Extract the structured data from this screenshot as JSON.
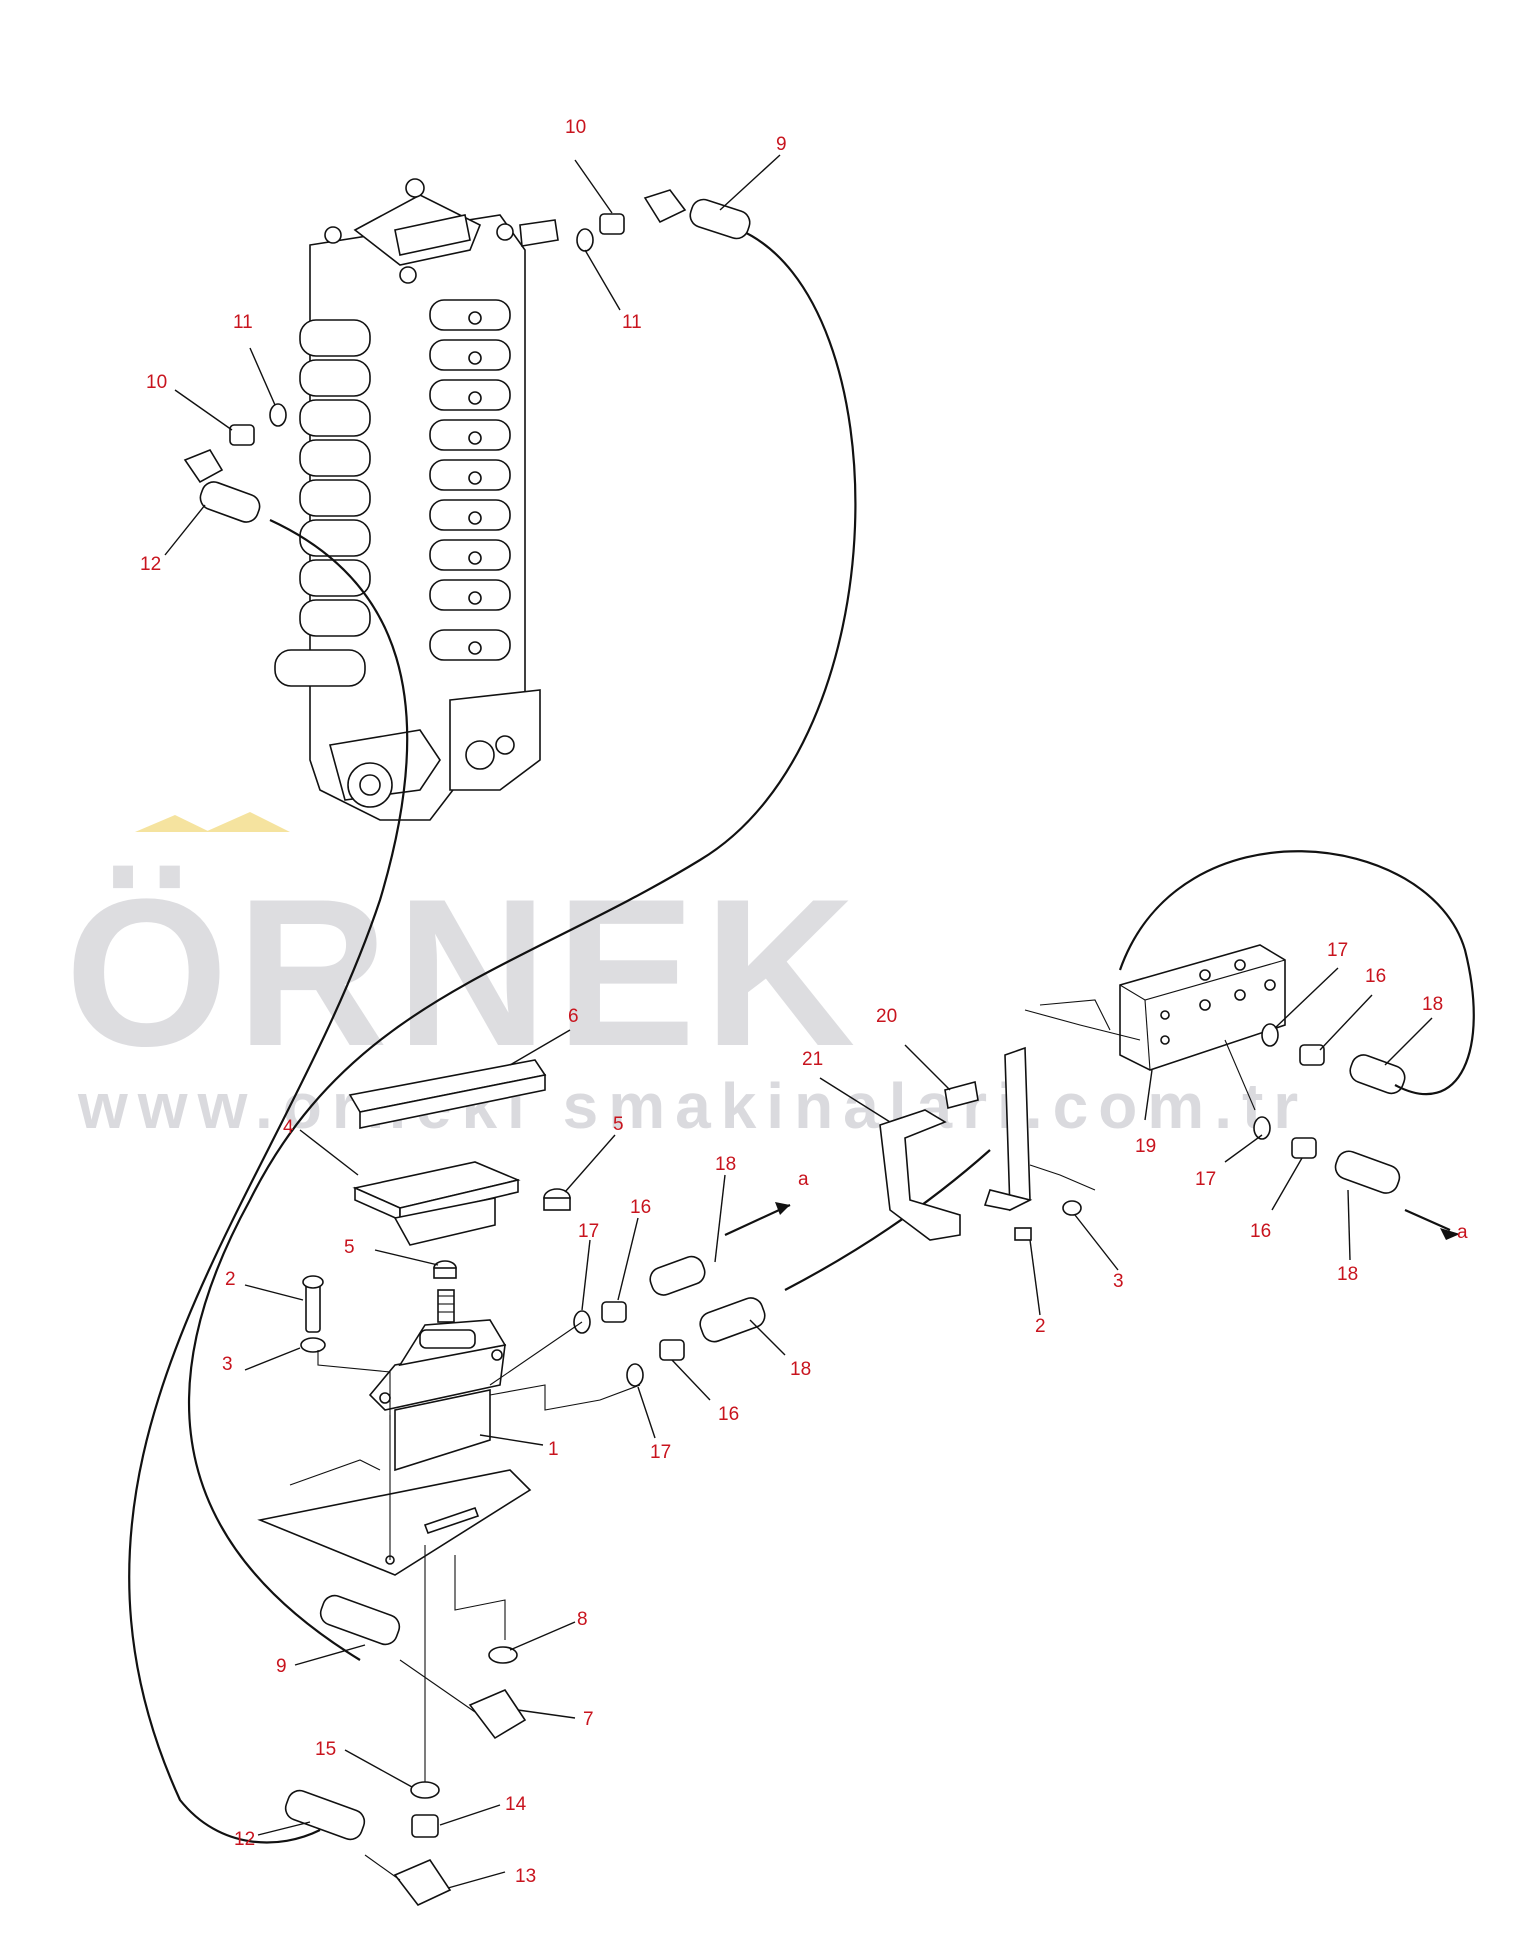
{
  "watermark": {
    "brand": "ÖRNEK",
    "url": "www.orneki smakinalari.com.tr",
    "accent_color": "#f5e29a",
    "text_color": "#dcdcdf"
  },
  "label_color": "#c8141e",
  "callouts": {
    "c10a": "10",
    "c9a": "9",
    "c11a": "11",
    "c11b": "11",
    "c10b": "10",
    "c12a": "12",
    "c6": "6",
    "c4": "4",
    "c5a": "5",
    "c5b": "5",
    "c2a": "2",
    "c3a": "3",
    "c17a": "17",
    "c16a": "16",
    "c18a": "18",
    "c_a1": "a",
    "c20": "20",
    "c21": "21",
    "c19": "19",
    "c17b": "17",
    "c16b": "16",
    "c18b": "18",
    "c17c": "17",
    "c16c": "16",
    "c18c": "18",
    "c_a2": "a",
    "c2b": "2",
    "c3b": "3",
    "c18d": "18",
    "c16d": "16",
    "c17d": "17",
    "c1": "1",
    "c8": "8",
    "c9b": "9",
    "c7": "7",
    "c15": "15",
    "c14": "14",
    "c12b": "12",
    "c13": "13"
  }
}
